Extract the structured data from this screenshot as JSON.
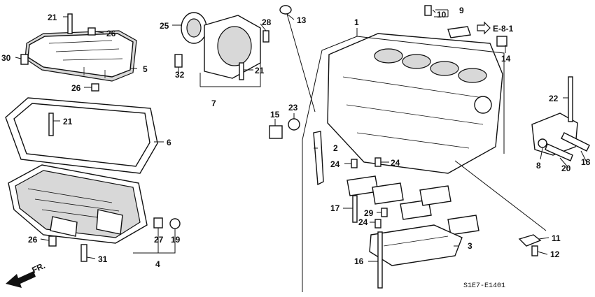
{
  "diagram": {
    "callouts": {
      "c1": "1",
      "c2": "2",
      "c3": "3",
      "c4": "4",
      "c5": "5",
      "c6": "6",
      "c7": "7",
      "c8": "8",
      "c9": "9",
      "c10": "10",
      "c11": "11",
      "c12": "12",
      "c13": "13",
      "c14": "14",
      "c15": "15",
      "c16": "16",
      "c17": "17",
      "c18": "18",
      "c19": "19",
      "c20": "20",
      "c21a": "21",
      "c21b": "21",
      "c21c": "21",
      "c22": "22",
      "c23": "23",
      "c24a": "24",
      "c24b": "24",
      "c24c": "24",
      "c25": "25",
      "c26a": "26",
      "c26b": "26",
      "c26c": "26",
      "c27": "27",
      "c28": "28",
      "c29": "29",
      "c30": "30",
      "c31": "31",
      "c32": "32"
    },
    "reference": "E-8-1",
    "diagram_code": "S1E7-E1401",
    "front_label": "FR."
  }
}
